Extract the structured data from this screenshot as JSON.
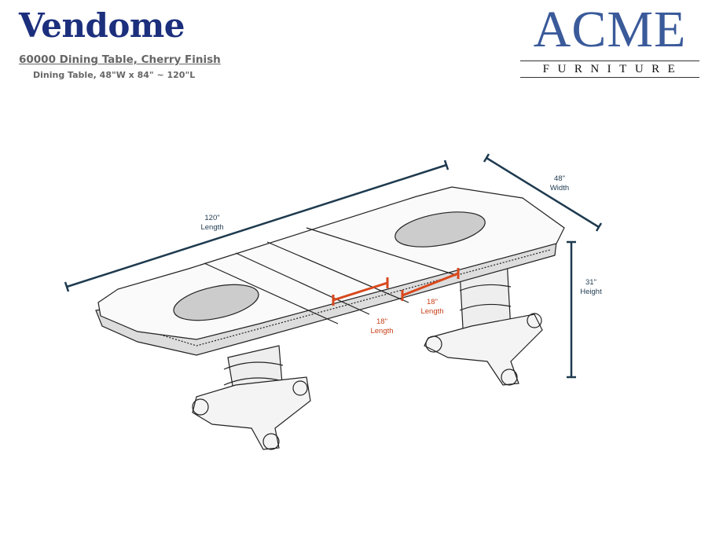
{
  "header": {
    "title": "Vendome",
    "product_line": "60000 Dining Table, Cherry Finish",
    "description": "Dining Table, 48\"W x 84\" ~ 120\"L"
  },
  "logo": {
    "main": "ACME",
    "sub": "FURNITURE"
  },
  "dimensions": {
    "length": {
      "value": "120\"",
      "label": "Length"
    },
    "width": {
      "value": "48\"",
      "label": "Width"
    },
    "height": {
      "value": "31\"",
      "label": "Height"
    },
    "leaf1": {
      "value": "18\"",
      "label": "Length"
    },
    "leaf2": {
      "value": "18\"",
      "label": "Length"
    }
  },
  "colors": {
    "title": "#1c2f7d",
    "logo": "#3a5a9a",
    "dimension_line": "#1e3a4f",
    "leaf_line": "#d8481c"
  }
}
